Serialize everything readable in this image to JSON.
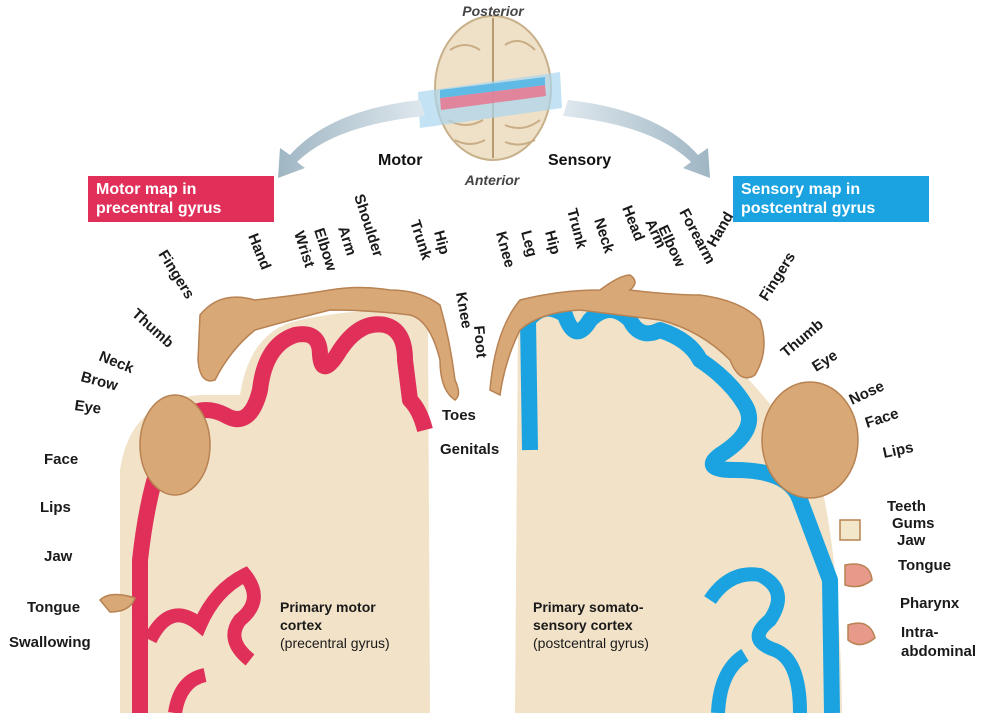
{
  "orientation": {
    "posterior": "Posterior",
    "anterior": "Anterior",
    "motor": "Motor",
    "sensory": "Sensory"
  },
  "boxes": {
    "motor": "Motor map in precentral gyrus",
    "sensory": "Sensory map in postcentral gyrus"
  },
  "captions": {
    "motor_title_1": "Primary motor",
    "motor_title_2": "cortex",
    "motor_sub": "(precentral gyrus)",
    "sensory_title_1": "Primary somato-",
    "sensory_title_2": "sensory cortex",
    "sensory_sub": "(postcentral gyrus)"
  },
  "motor_labels": [
    "Fingers",
    "Hand",
    "Wrist",
    "Elbow",
    "Arm",
    "Shoulder",
    "Trunk",
    "Hip",
    "Knee",
    "Foot",
    "Thumb",
    "Neck",
    "Brow",
    "Eye",
    "Face",
    "Lips",
    "Jaw",
    "Tongue",
    "Swallowing",
    "Toes",
    "Genitals"
  ],
  "sensory_labels": [
    "Knee",
    "Leg",
    "Hip",
    "Trunk",
    "Neck",
    "Head",
    "Arm",
    "Elbow",
    "Forearm",
    "Hand",
    "Fingers",
    "Thumb",
    "Eye",
    "Nose",
    "Face",
    "Lips",
    "Teeth",
    "Gums",
    "Jaw",
    "Tongue",
    "Pharynx",
    "Intra-",
    "abdominal"
  ],
  "colors": {
    "motor": "#e0305a",
    "sensory": "#1aa3e0",
    "tissue": "#f1e2c8",
    "skin": "#d9a877"
  }
}
